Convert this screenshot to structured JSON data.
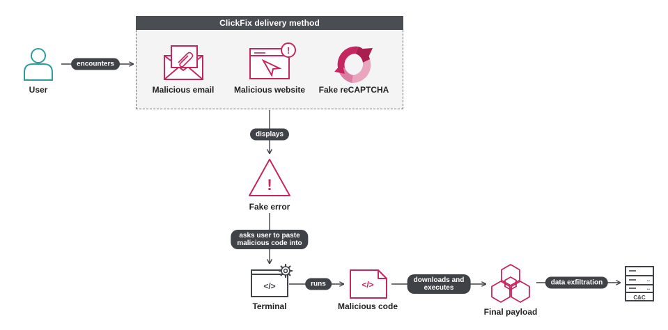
{
  "group": {
    "title": "ClickFix delivery method"
  },
  "nodes": {
    "user": "User",
    "malicious_email": "Malicious email",
    "malicious_website": "Malicious website",
    "fake_recaptcha": "Fake reCAPTCHA",
    "fake_error": "Fake error",
    "terminal": "Terminal",
    "malicious_code": "Malicious code",
    "final_payload": "Final payload",
    "cc": "C&C"
  },
  "edges": {
    "encounters": "encounters",
    "displays": "displays",
    "asks_line1": "asks user to paste",
    "asks_line2": "malicious code into",
    "runs": "runs",
    "downloads_line1": "downloads and",
    "downloads_line2": "executes",
    "exfiltration": "data exfiltration"
  },
  "icon_symbols": {
    "warning": "!",
    "code_tag": "</>",
    "dots": ".."
  },
  "colors": {
    "accent": "#c5265d",
    "accent_light": "#e8a5bd",
    "teal": "#2a9d9f",
    "dark": "#3f4247",
    "header": "#4a4d52"
  }
}
